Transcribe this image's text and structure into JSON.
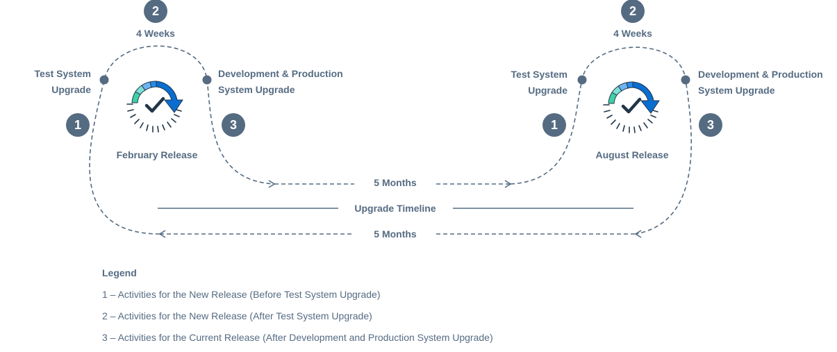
{
  "colors": {
    "text": "#556b82",
    "badge": "#556b82",
    "gauge_blue": "#0a6ed1",
    "gauge_mid": "#2c8ae8",
    "gauge_light": "#6fb4f2",
    "gauge_teal": "#7ce0d5",
    "gauge_green": "#3fd0a6",
    "check": "#223548"
  },
  "releases": [
    {
      "name": "February Release",
      "duration_top": "4 Weeks",
      "step1_label": [
        "Test System",
        "Upgrade"
      ],
      "step3_label": [
        "Development & Production",
        "System Upgrade"
      ],
      "badges": [
        "1",
        "2",
        "3"
      ],
      "icon": "upgrade-gauge-check-icon"
    },
    {
      "name": "August Release",
      "duration_top": "4 Weeks",
      "step1_label": [
        "Test System",
        "Upgrade"
      ],
      "step3_label": [
        "Development & Production",
        "System Upgrade"
      ],
      "badges": [
        "1",
        "2",
        "3"
      ],
      "icon": "upgrade-gauge-check-icon"
    }
  ],
  "timeline": {
    "forward_label": "5 Months",
    "center_label": "Upgrade Timeline",
    "return_label": "5 Months"
  },
  "legend": {
    "title": "Legend",
    "items": [
      "1 – Activities for the New Release (Before Test System Upgrade)",
      "2 – Activities for the New Release (After Test System Upgrade)",
      "3 – Activities for the Current Release (After Development and Production System Upgrade)"
    ]
  }
}
